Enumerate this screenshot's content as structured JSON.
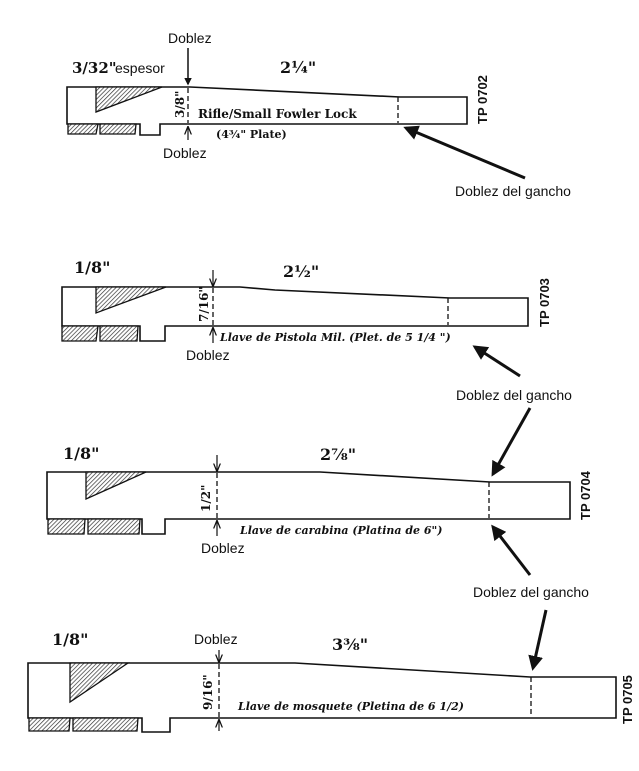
{
  "diagrams": [
    {
      "code": "TP 0702",
      "thickness": "3/32\"",
      "thickness_suffix": "espesor",
      "length": "2¼\"",
      "width": "3/8\"",
      "title": "Rifle/Small Fowler Lock",
      "subtitle": "(4¾\" Plate)",
      "bend_top_label": "Doblez",
      "bend_bottom_label": "Doblez",
      "hook_label": "Doblez del gancho"
    },
    {
      "code": "TP 0703",
      "thickness": "1/8\"",
      "length": "2½\"",
      "width": "7/16\"",
      "title": "Llave de Pistola Mil. (Plet. de 5 1/4 \")",
      "bend_bottom_label": "Doblez",
      "hook_label": "Doblez del gancho"
    },
    {
      "code": "TP 0704",
      "thickness": "1/8\"",
      "length": "2⅞\"",
      "width": "1/2\"",
      "title": "Llave de carabina (Platina de 6\")",
      "bend_bottom_label": "Doblez",
      "hook_label": "Doblez del gancho"
    },
    {
      "code": "TP 0705",
      "thickness": "1/8\"",
      "length": "3⅜\"",
      "width": "9/16\"",
      "title": "Llave de mosquete (Pletina de 6 1/2)",
      "bend_top_label": "Doblez"
    }
  ],
  "colors": {
    "ink": "#111111",
    "paper": "#ffffff"
  }
}
